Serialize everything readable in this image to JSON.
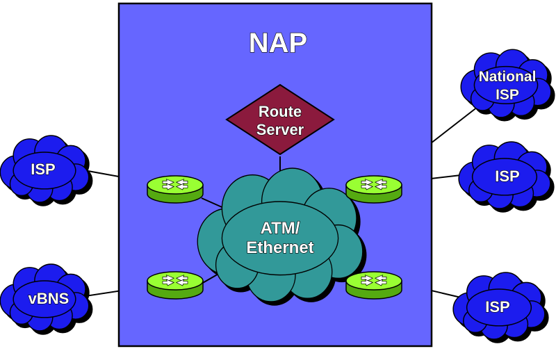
{
  "nap": {
    "title": "NAP",
    "fill": "#6666ff"
  },
  "route_server": {
    "line1": "Route",
    "line2": "Server",
    "fill": "#8b1a3d"
  },
  "core_network": {
    "line1": "ATM/",
    "line2": "Ethernet",
    "fill": "#339999"
  },
  "external_networks": {
    "left_isp": "ISP",
    "vbns": "vBNS",
    "national_isp_line1": "National",
    "national_isp_line2": "ISP",
    "right_isp_middle": "ISP",
    "right_isp_bottom": "ISP",
    "fill": "#1a1aee"
  },
  "router": {
    "fill": "#99ff33",
    "icon": "router-icon"
  }
}
